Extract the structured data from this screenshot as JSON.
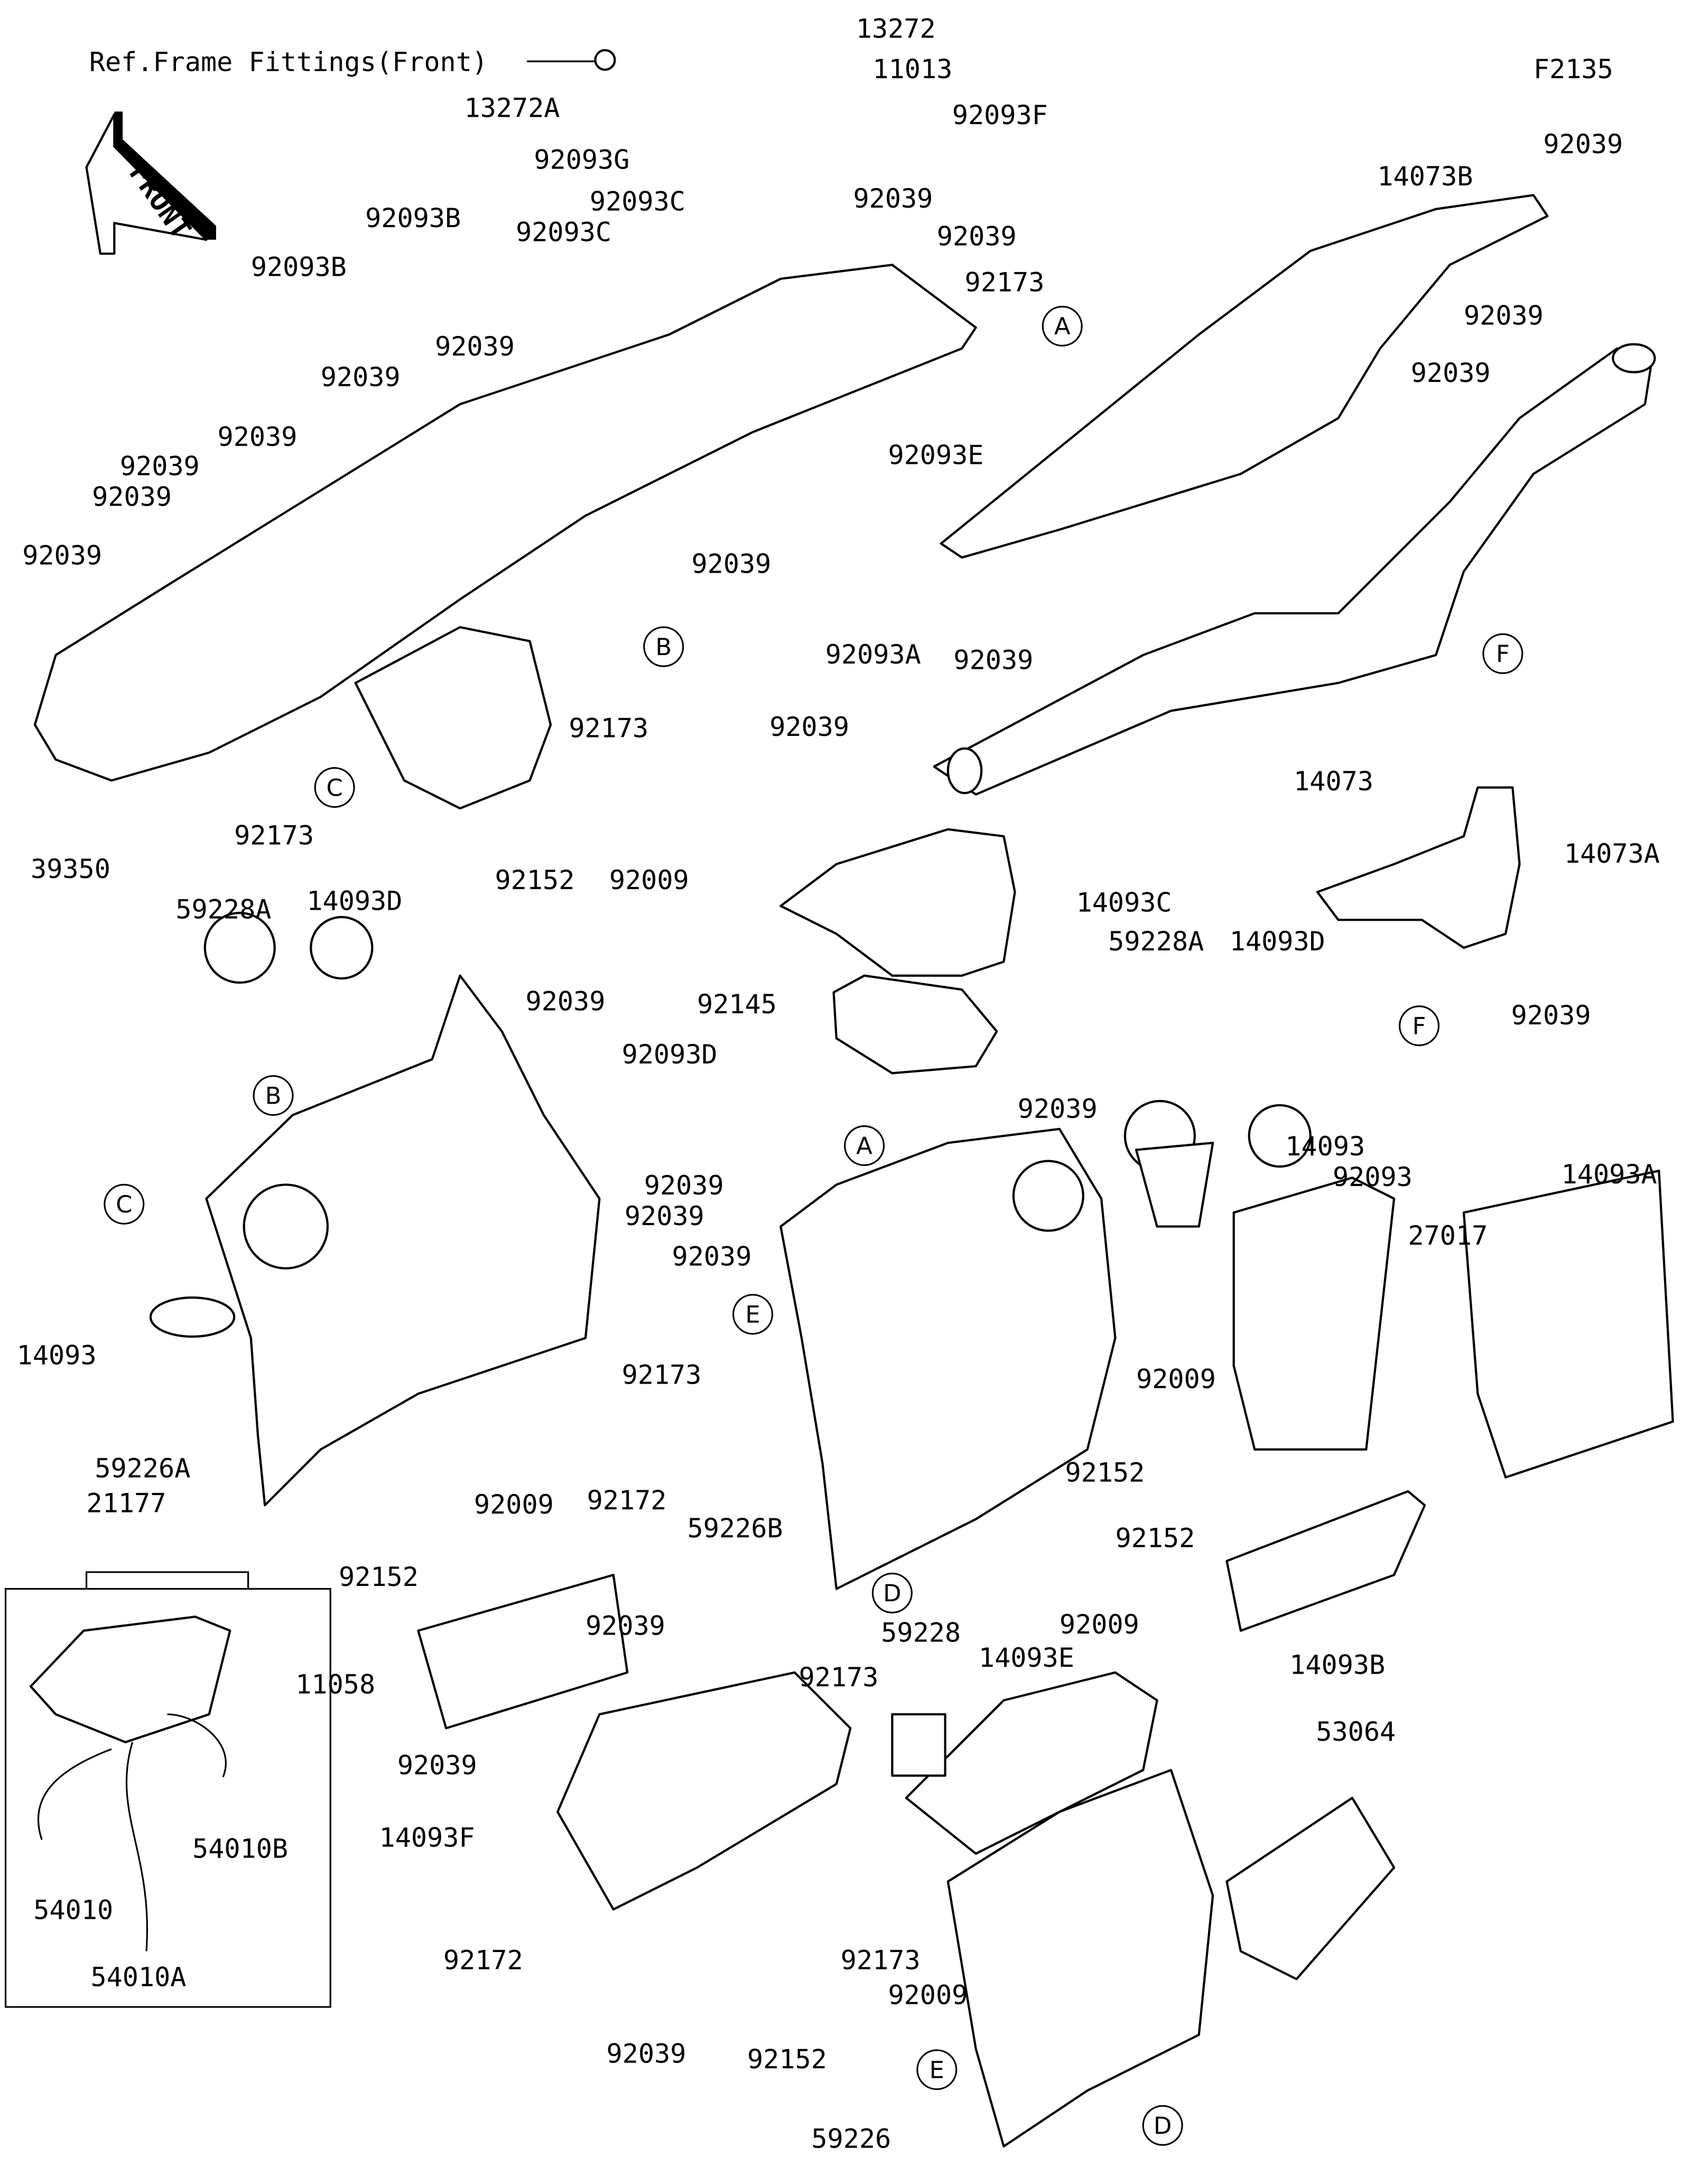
{
  "diagram_code": "F2135",
  "front_arrow": "FRONT",
  "reference_note": "Ref.Frame Fittings(Front)",
  "labels": [
    "13272",
    "11013",
    "13272A",
    "92093F",
    "92093G",
    "92039",
    "14073B",
    "92039",
    "92093C",
    "92093B",
    "92039",
    "92093C",
    "92093B",
    "92173",
    "A",
    "92039",
    "92039",
    "92039",
    "92039",
    "92039",
    "92093E",
    "92039",
    "92039",
    "92039",
    "92039",
    "B",
    "F",
    "92039",
    "92093A",
    "92173",
    "92039",
    "C",
    "14073",
    "92173",
    "14073A",
    "39350",
    "92152",
    "92009",
    "14093C",
    "59228A",
    "14093D",
    "59228A",
    "14093D",
    "92039",
    "92145",
    "F",
    "92039",
    "92093D",
    "B",
    "A",
    "92039",
    "14093",
    "92039",
    "92093",
    "14093A",
    "C",
    "92039",
    "27017",
    "92039",
    "E",
    "14093",
    "92173",
    "92009",
    "59226A",
    "92009",
    "21177",
    "92172",
    "92152",
    "59226B",
    "92152",
    "92152",
    "D",
    "92009",
    "92039",
    "59228",
    "14093E",
    "14093B",
    "92173",
    "11058",
    "53064",
    "92039",
    "54010B",
    "14093F",
    "54010",
    "92172",
    "92173",
    "92009",
    "54010A",
    "92039",
    "92152",
    "E",
    "D",
    "59226"
  ]
}
